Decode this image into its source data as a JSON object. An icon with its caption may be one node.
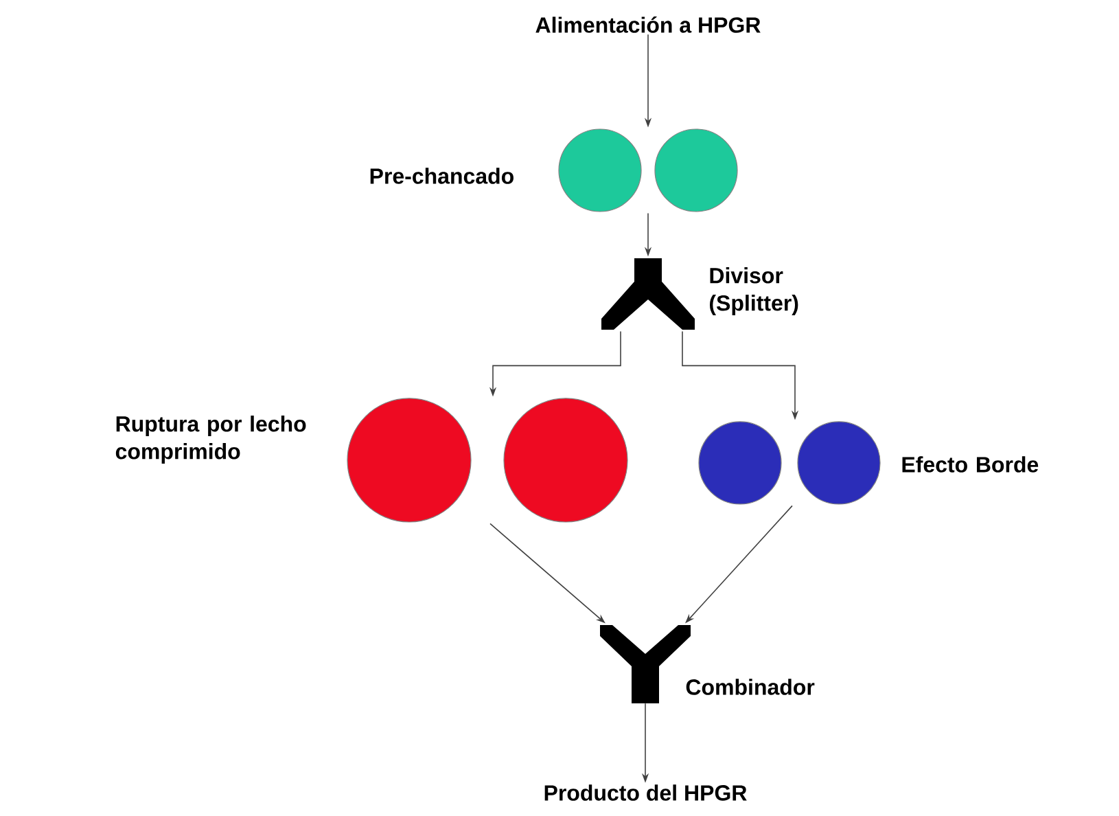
{
  "diagram": {
    "nodes": [
      {
        "text": [
          "Alimentación a HPGR"
        ]
      },
      {
        "text": [],
        "shape": "circle",
        "beside": [
          "Pre-chancado"
        ]
      },
      {
        "text": [],
        "shape": "picture",
        "beside": [
          "Divisor (Splitter)"
        ]
      },
      {
        "text": [],
        "shape": "circle",
        "beside": [
          "Ruptura por lecho comprimido"
        ]
      },
      {
        "text": [],
        "shape": "circle",
        "beside": [
          "Efecto Borde"
        ]
      },
      {
        "text": [],
        "shape": "picture",
        "beside": [
          "Combinador"
        ]
      },
      {
        "text": [
          "Producto del HPGR"
        ]
      }
    ],
    "edges": [
      {
        "from": 0,
        "to": 1,
        "arrow": "to"
      },
      {
        "from": 1,
        "to": 2,
        "arrow": "to"
      },
      {
        "from": 2,
        "to": 3,
        "arrow": "to"
      },
      {
        "from": 2,
        "to": 4,
        "arrow": "to"
      },
      {
        "from": 3,
        "to": 5,
        "arrow": "to"
      },
      {
        "from": 4,
        "to": 5,
        "arrow": "to"
      },
      {
        "from": 5,
        "to": 6,
        "arrow": "to"
      }
    ]
  }
}
